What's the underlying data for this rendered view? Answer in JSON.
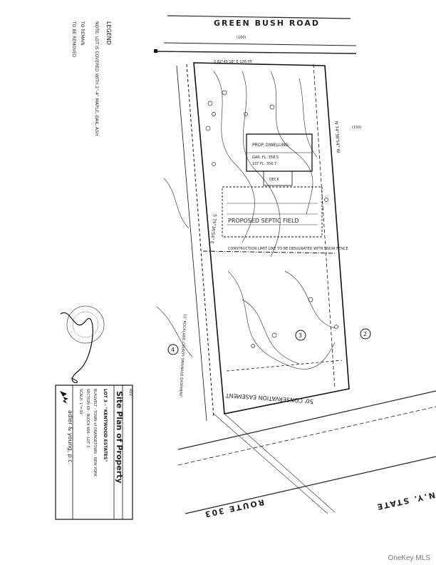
{
  "watermark": "OneKey MLS",
  "roads": {
    "north": "GREEN BUSH ROAD",
    "south": "ROUTE 303",
    "south_state": "N.Y. STATE"
  },
  "legend": {
    "heading": "LEGEND",
    "note": "NOTE: LOT IS COVERED WITH 2\"-4\" MAPLE, OAK, ASH",
    "to_remain": "TO REMAIN",
    "to_be_removed": "TO BE REMOVED"
  },
  "labels": {
    "dwelling": "PROP. DWELLING",
    "garage": "GAR. FL. 358.5",
    "first_floor": "1ST FL. 356.7",
    "deck": "DECK",
    "septic": "PROPOSED SEPTIC FIELD",
    "conservation_easement": "50' CONSERVATION EASEMENT",
    "construction_limit": "CONSTRUCTION LIMIT LINE TO BE DESIGNATED WITH SNOW FENCE",
    "drainage_easement": "15' ROCKLAND COUNTY DRAINAGE EASEMENT",
    "north_bearing": "S 82°45'18\" E  126.05'",
    "east_bearing": "N 74°38'54\" W",
    "west_bearing": "S 75°36'54\" E",
    "lot_number": "3",
    "lot_east": "2",
    "lot_west": "4",
    "contour_150": "(150)",
    "contour_160": "(160)"
  },
  "title_block": {
    "firm": "adler & young, p.c.",
    "title": "Site Plan of Property",
    "lot": "LOT 3 - \"KENTWOOD ESTATES\"",
    "location": "BLAUVELT - TOWN of ORANGETOWN - NEW YORK",
    "section": "SECTION 69 - BLOCK 666 - LOT 3",
    "scale": "SCALE: 1\"=30'",
    "rev": "REV."
  }
}
